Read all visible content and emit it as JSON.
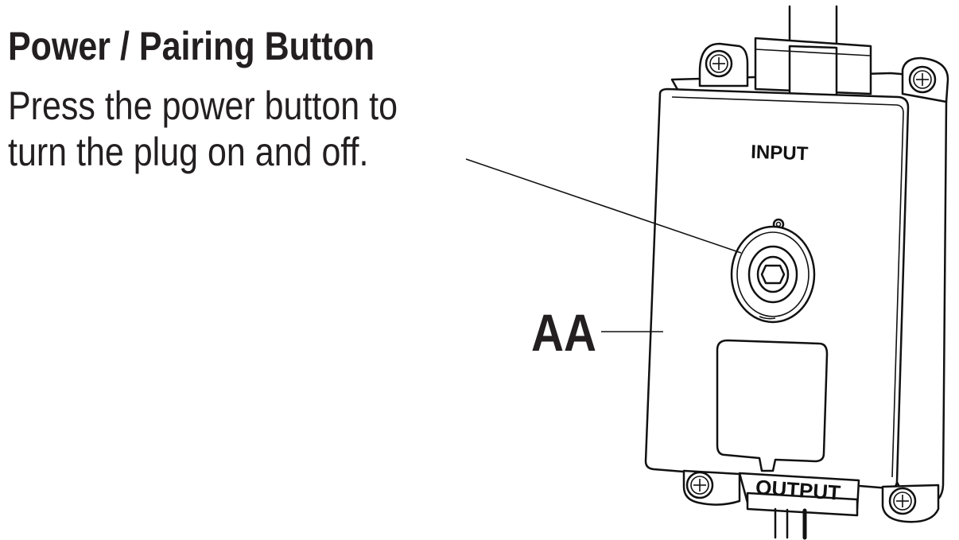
{
  "heading": "Power / Pairing Button",
  "description_lines": [
    "Press the power button to",
    "turn the plug on and off."
  ],
  "callout_label": "AA",
  "device_labels": {
    "input": "INPUT",
    "output": "OUTPUT"
  },
  "icons": {
    "screw": "phillips-screw-icon",
    "button": "power-button-icon"
  }
}
